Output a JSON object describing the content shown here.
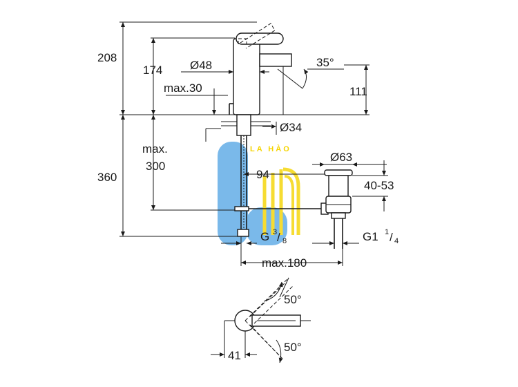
{
  "dimensions": {
    "overall_height": "208",
    "spout_height": "174",
    "body_diameter": "Ø48",
    "lever_clearance": "max.30",
    "lever_angle": "35°",
    "spout_outlet_height": "111",
    "mount_hole": "Ø34",
    "hose_depth_label_1": "max.",
    "hose_depth_label_2": "300",
    "below_deck_height": "360",
    "waste_offset": "94",
    "waste_diameter": "Ø63",
    "deck_thickness": "40-53",
    "connection_thread": "G",
    "connection_thread_num": "3",
    "connection_thread_den": "8",
    "waste_thread": "G1",
    "waste_thread_num": "1",
    "waste_thread_den": "4",
    "projection": "max.180",
    "rotation_angle_top": "50°",
    "rotation_angle_bottom": "50°",
    "plan_offset": "41"
  },
  "watermark": {
    "text": "LA HÀO",
    "colors": {
      "blue": "#5aa8e6",
      "yellow": "#f5d400"
    }
  }
}
